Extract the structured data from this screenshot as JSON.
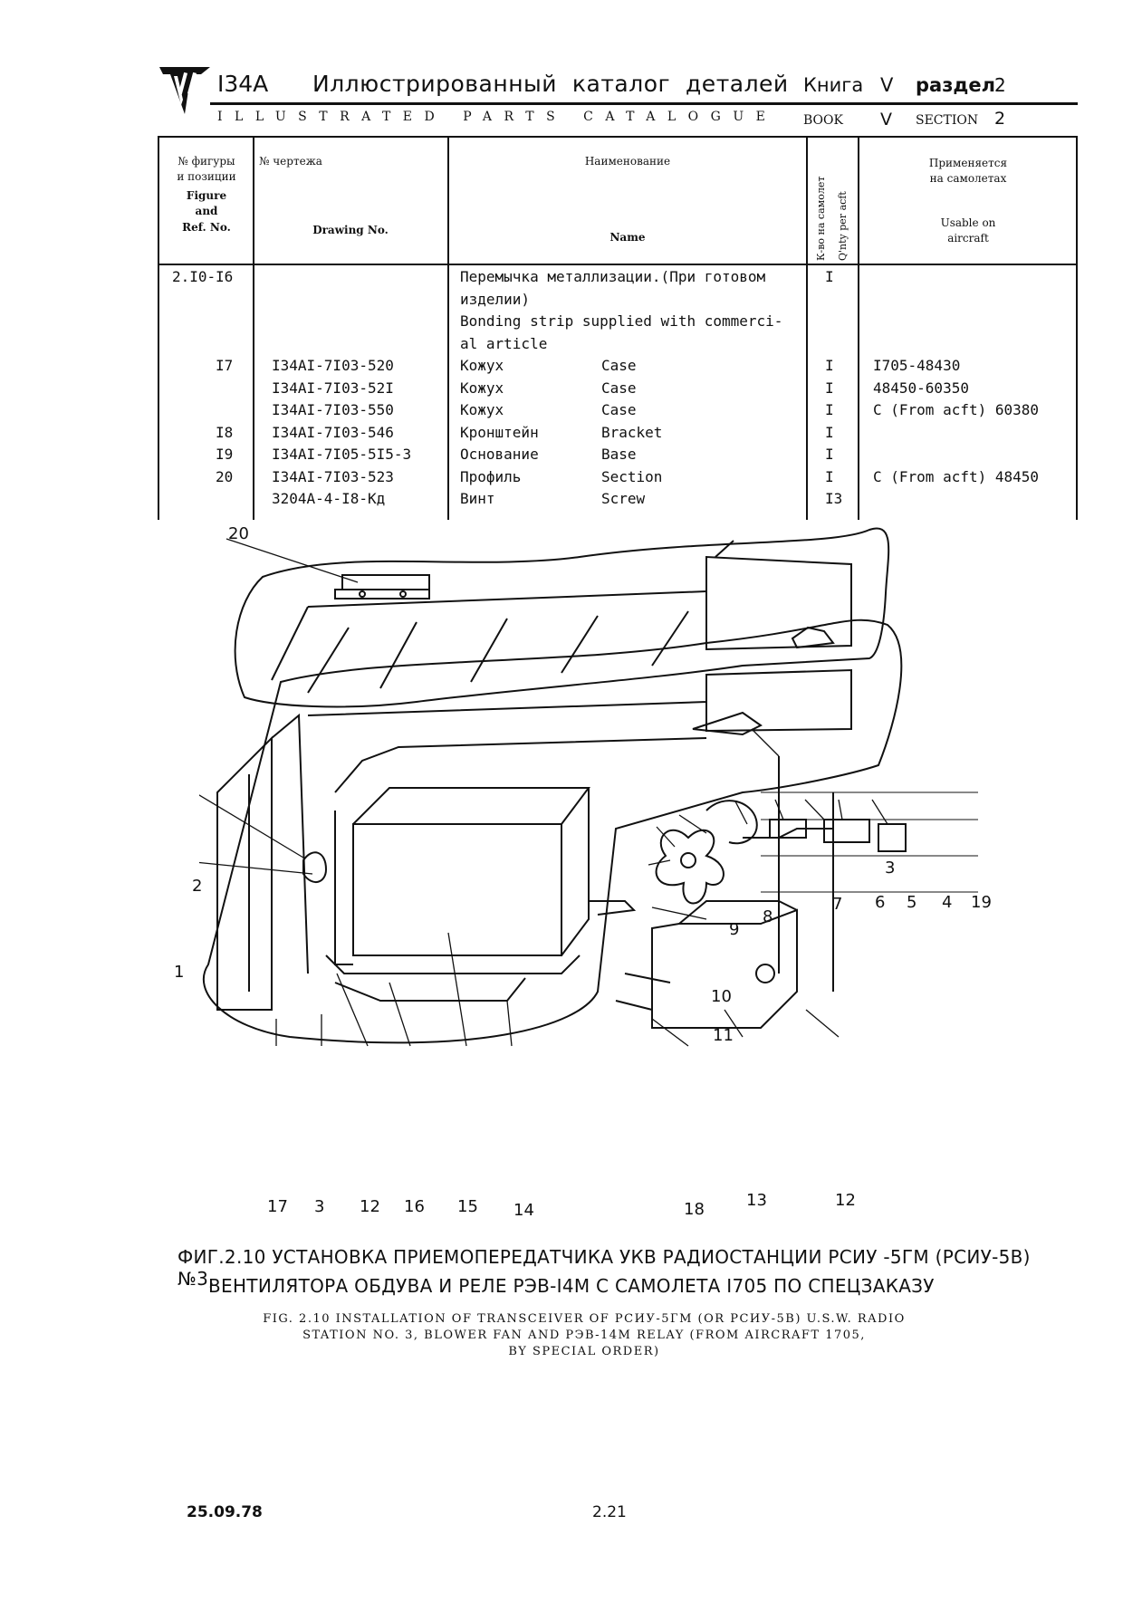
{
  "header": {
    "code": "I34A",
    "title_ru": "Иллюстрированный  каталог  деталей",
    "book_ru": "Книга",
    "book_num": "V",
    "section_ru": "раздел",
    "section_num": "2",
    "title_en": "ILLUSTRATED PARTS CATALOGUE",
    "book_en": "BOOK",
    "section_en": "SECTION"
  },
  "table": {
    "col_fig_ru": "№ фигуры\nи позиции",
    "col_fig_en": "Figure\nand\nRef. No.",
    "col_drawing_ru": "№ чертежа",
    "col_drawing_en": "Drawing No.",
    "col_name_ru": "Наименование",
    "col_name_en": "Name",
    "col_qty_ru": "К-во на самолет",
    "col_qty_en": "Q'nty per acft",
    "col_usable_ru": "Применяется\nна самолетах",
    "col_usable_en": "Usable on\naircraft",
    "fig_prefix": "2.I0-",
    "rows": [
      {
        "ref": "I6",
        "drawing": "",
        "name_ru": "Перемычка металлизации.(При готовом",
        "name_en": "",
        "qty": "I",
        "usable": ""
      },
      {
        "ref": "",
        "drawing": "",
        "name_ru": "изделии)",
        "name_en": "",
        "qty": "",
        "usable": ""
      },
      {
        "ref": "",
        "drawing": "",
        "name_ru": "Bonding strip supplied with commerci-",
        "name_en": "",
        "qty": "",
        "usable": ""
      },
      {
        "ref": "",
        "drawing": "",
        "name_ru": "al article",
        "name_en": "",
        "qty": "",
        "usable": ""
      },
      {
        "ref": "I7",
        "drawing": "I34AI-7I03-520",
        "name_ru": "Кожух",
        "name_en": "Case",
        "qty": "I",
        "usable": "I705-48430"
      },
      {
        "ref": "",
        "drawing": "I34AI-7I03-52I",
        "name_ru": "Кожух",
        "name_en": "Case",
        "qty": "I",
        "usable": "48450-60350"
      },
      {
        "ref": "",
        "drawing": "I34AI-7I03-550",
        "name_ru": "Кожух",
        "name_en": "Case",
        "qty": "I",
        "usable": "C (From acft) 60380"
      },
      {
        "ref": "I8",
        "drawing": "I34AI-7I03-546",
        "name_ru": "Кронштейн",
        "name_en": "Bracket",
        "qty": "I",
        "usable": ""
      },
      {
        "ref": "I9",
        "drawing": "I34AI-7I05-5I5-3",
        "name_ru": "Основание",
        "name_en": "Base",
        "qty": "I",
        "usable": ""
      },
      {
        "ref": "20",
        "drawing": "I34AI-7I03-523",
        "name_ru": "Профиль",
        "name_en": "Section",
        "qty": "I",
        "usable": "C (From acft) 48450"
      },
      {
        "ref": "",
        "drawing": "3204A-4-I8-Кд",
        "name_ru": "Винт",
        "name_en": "Screw",
        "qty": "I3",
        "usable": ""
      }
    ]
  },
  "figure": {
    "callouts": [
      "20",
      "3",
      "2",
      "1",
      "7",
      "6",
      "5",
      "4",
      "19",
      "8",
      "9",
      "10",
      "11",
      "17",
      "3",
      "12",
      "16",
      "15",
      "14",
      "18",
      "13",
      "12"
    ]
  },
  "caption": {
    "ru_line1": "ФИГ.2.10 УСТАНОВКА  ПРИЕМОПЕРЕДАТЧИКА УКВ РАДИОСТАНЦИИ  РСИУ -5ГМ (РСИУ-5В)№3,",
    "ru_line2": "ВЕНТИЛЯТОРА  ОБДУВА  И РЕЛЕ  РЭВ-I4М  С  САМОЛЕТА  I705  ПО СПЕЦЗАКАЗУ",
    "en_line1": "FIG. 2.10 INSTALLATION OF TRANSCEIVER OF РСИУ-5ГМ (OR РСИУ-5В) U.S.W. RADIO",
    "en_line2": "STATION NO. 3, BLOWER FAN AND РЭВ-14М RELAY (FROM AIRCRAFT 1705,",
    "en_line3": "BY SPECIAL ORDER)"
  },
  "footer": {
    "date": "25.09.78",
    "page": "2.21"
  }
}
